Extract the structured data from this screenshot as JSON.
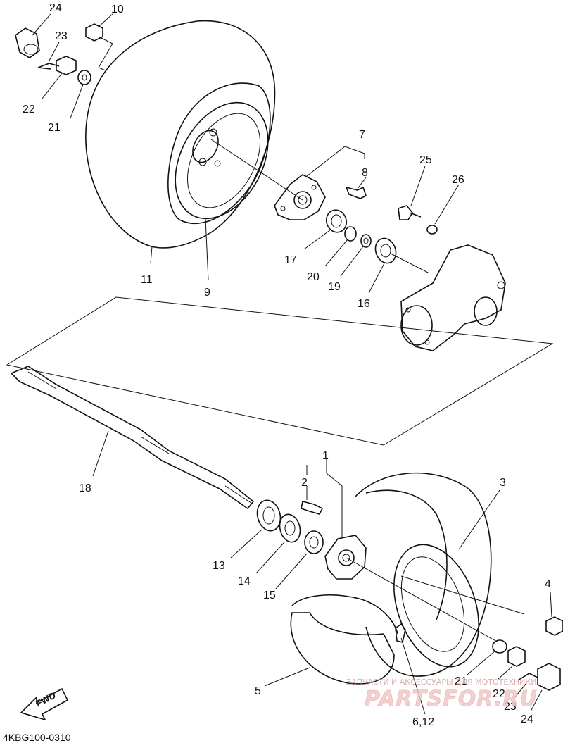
{
  "diagram": {
    "code": "4KBG100-0310",
    "fwd_label": "FWD",
    "watermark": {
      "line1": "ЗАПЧАСТИ И АКСЕССУАРЫ ДЛЯ МОТОТЕХНИКИ",
      "line2": "PARTSFOR.RU"
    },
    "callouts": [
      {
        "key": "c24a",
        "label": "24"
      },
      {
        "key": "c10a",
        "label": "10"
      },
      {
        "key": "c23a",
        "label": "23"
      },
      {
        "key": "c22a",
        "label": "22"
      },
      {
        "key": "c21a",
        "label": "21"
      },
      {
        "key": "c7",
        "label": "7"
      },
      {
        "key": "c8",
        "label": "8"
      },
      {
        "key": "c25",
        "label": "25"
      },
      {
        "key": "c26",
        "label": "26"
      },
      {
        "key": "c17",
        "label": "17"
      },
      {
        "key": "c20",
        "label": "20"
      },
      {
        "key": "c19",
        "label": "19"
      },
      {
        "key": "c16",
        "label": "16"
      },
      {
        "key": "c11",
        "label": "11"
      },
      {
        "key": "c9",
        "label": "9"
      },
      {
        "key": "c18",
        "label": "18"
      },
      {
        "key": "c1",
        "label": "1"
      },
      {
        "key": "c2",
        "label": "2"
      },
      {
        "key": "c3",
        "label": "3"
      },
      {
        "key": "c13",
        "label": "13"
      },
      {
        "key": "c14",
        "label": "14"
      },
      {
        "key": "c15",
        "label": "15"
      },
      {
        "key": "c4",
        "label": "4"
      },
      {
        "key": "c5",
        "label": "5"
      },
      {
        "key": "c21b",
        "label": "21"
      },
      {
        "key": "c22b",
        "label": "22"
      },
      {
        "key": "c23b",
        "label": "23"
      },
      {
        "key": "c24b",
        "label": "24"
      },
      {
        "key": "c6_12",
        "label": "6,12"
      }
    ]
  }
}
